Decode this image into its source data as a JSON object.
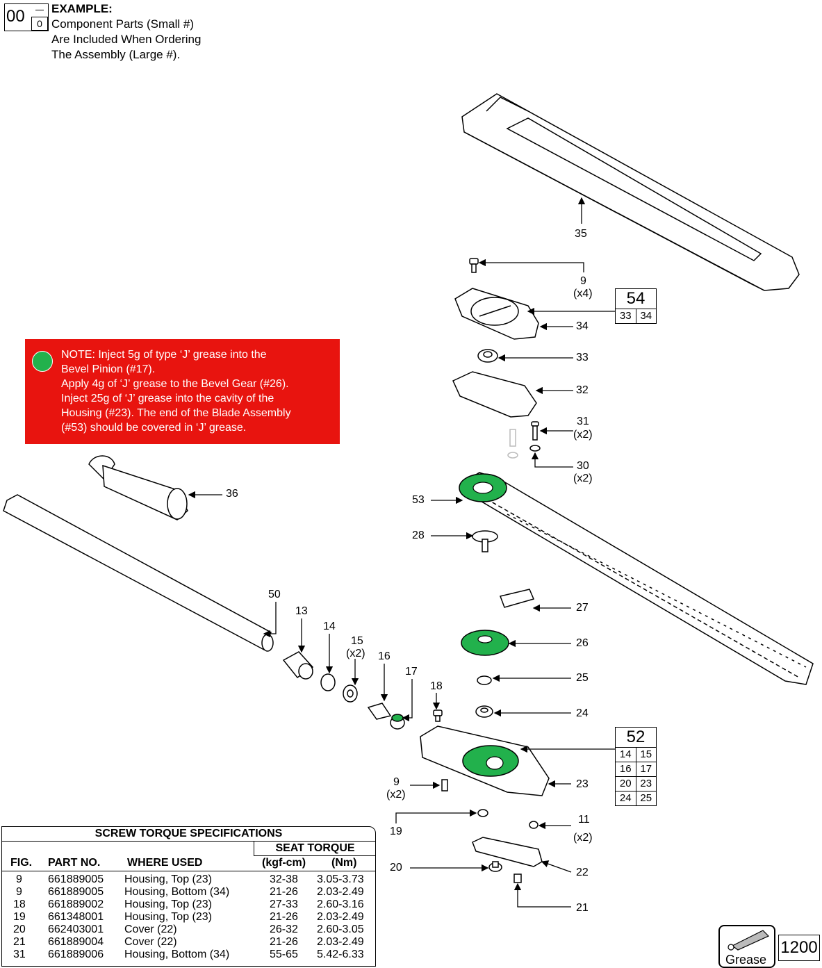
{
  "example": {
    "big": "00",
    "small": "0",
    "title": "EXAMPLE:",
    "line1": "Component Parts (Small #)",
    "line2": "Are Included When Ordering",
    "line3": "The Assembly (Large #)."
  },
  "note": {
    "line1": "NOTE: Inject 5g of type ‘J’ grease into the",
    "line2": "Bevel Pinion (#17).",
    "line3": "Apply 4g of ‘J’ grease to the Bevel Gear (#26).",
    "line4": "Inject 25g of ‘J’ grease into the cavity of the",
    "line5": "Housing (#23). The end of the Blade Assembly",
    "line6": "(#53) should be covered in ‘J’ grease."
  },
  "assembly_54": {
    "head": "54",
    "parts": [
      "33",
      "34"
    ]
  },
  "assembly_52": {
    "head": "52",
    "parts": [
      "14",
      "15",
      "16",
      "17",
      "20",
      "23",
      "24",
      "25"
    ]
  },
  "callouts": {
    "c35": "35",
    "c9a": "9",
    "c9a_q": "(x4)",
    "c34": "34",
    "c33": "33",
    "c32": "32",
    "c31": "31",
    "c31_q": "(x2)",
    "c30": "30",
    "c30_q": "(x2)",
    "c36": "36",
    "c53": "53",
    "c28": "28",
    "c50": "50",
    "c13": "13",
    "c14": "14",
    "c15": "15",
    "c15_q": "(x2)",
    "c16": "16",
    "c17": "17",
    "c18": "18",
    "c27": "27",
    "c26": "26",
    "c25": "25",
    "c24": "24",
    "c23": "23",
    "c9b": "9",
    "c9b_q": "(x2)",
    "c11": "11",
    "c11_q": "(x2)",
    "c19": "19",
    "c20": "20",
    "c22": "22",
    "c21": "21"
  },
  "torque": {
    "title": "SCREW TORQUE SPECIFICATIONS",
    "seat": "SEAT TORQUE",
    "h_fig": "FIG.",
    "h_part": "PART NO.",
    "h_where": "WHERE USED",
    "h_kgf": "(kgf-cm)",
    "h_nm": "(Nm)",
    "rows": [
      {
        "fig": "9",
        "part": "661889005",
        "where": "Housing, Top (23)",
        "kgf": "32-38",
        "nm": "3.05-3.73"
      },
      {
        "fig": "9",
        "part": "661889005",
        "where": "Housing, Bottom (34)",
        "kgf": "21-26",
        "nm": "2.03-2.49"
      },
      {
        "fig": "18",
        "part": "661889002",
        "where": "Housing, Top (23)",
        "kgf": "27-33",
        "nm": "2.60-3.16"
      },
      {
        "fig": "19",
        "part": "661348001",
        "where": "Housing, Top (23)",
        "kgf": "21-26",
        "nm": "2.03-2.49"
      },
      {
        "fig": "20",
        "part": "662403001",
        "where": "Cover (22)",
        "kgf": "26-32",
        "nm": "2.60-3.05"
      },
      {
        "fig": "21",
        "part": "661889004",
        "where": "Cover (22)",
        "kgf": "21-26",
        "nm": "2.03-2.49"
      },
      {
        "fig": "31",
        "part": "661889006",
        "where": "Housing, Bottom (34)",
        "kgf": "55-65",
        "nm": "5.42-6.33"
      }
    ]
  },
  "grease": {
    "label": "Grease"
  },
  "page_number": "1200",
  "colors": {
    "note_bg": "#e8140f",
    "grease_green": "#22b14c"
  }
}
